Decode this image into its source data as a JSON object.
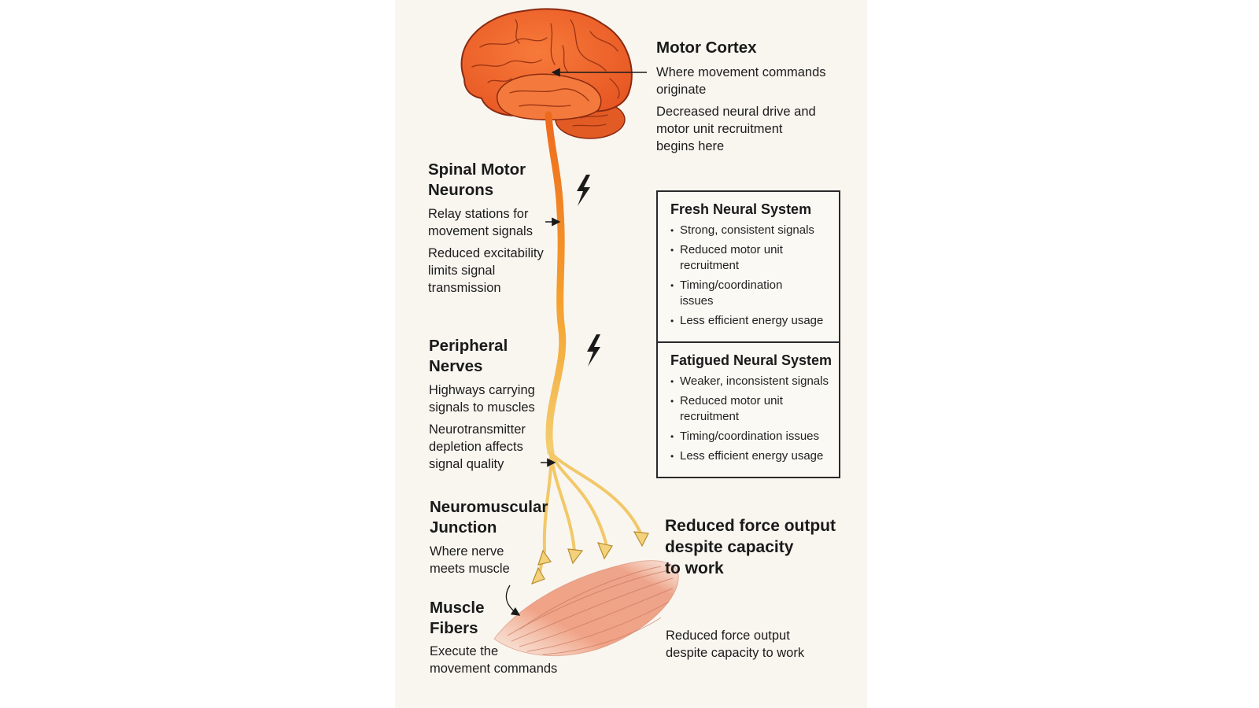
{
  "motor_cortex": {
    "title": "Motor Cortex",
    "description": "Where movement commands\noriginate",
    "fatigue_note": "Decreased neural drive and\nmotor unit recruitment\nbegins here"
  },
  "spinal_motor_neurons": {
    "title": "Spinal Motor\nNeurons",
    "description": "Relay stations for\nmovement signals",
    "fatigue_note": "Reduced excitability\nlimits signal\ntransmission"
  },
  "peripheral_nerves": {
    "title": "Peripheral\nNerves",
    "description": "Highways carrying\nsignals to muscles",
    "fatigue_note": "Neurotransmitter\ndepletion affects\nsignal quality"
  },
  "neuromuscular_junction": {
    "title": "Neuromuscular\nJunction",
    "description": "Where nerve\nmeets muscle"
  },
  "muscle_fibers": {
    "title": "Muscle\nFibers",
    "description": "Execute the\nmovement commands"
  },
  "fresh_system": {
    "title": "Fresh Neural System",
    "items": [
      "Strong, consistent signals",
      "Reduced motor unit\nrecruitment",
      "Timing/coordination\nissues",
      "Less efficient energy usage"
    ]
  },
  "fatigued_system": {
    "title": "Fatigued Neural System",
    "items": [
      "Weaker, inconsistent signals",
      "Reduced motor unit\nrecruitment",
      "Timing/coordination issues",
      "Less efficient energy usage"
    ]
  },
  "outcome": {
    "headline": "Reduced force output\ndespite capacity\nto work",
    "caption": "Reduced force output\ndespite capacity to work"
  },
  "colors": {
    "background": "#f9f6f0",
    "brain": "#f06a30",
    "nerve_top": "#f07020",
    "nerve_bottom": "#f2cc6a",
    "muscle": "#f0a085"
  },
  "icons": [
    "lightning-bolt-icon",
    "arrow-icon"
  ]
}
